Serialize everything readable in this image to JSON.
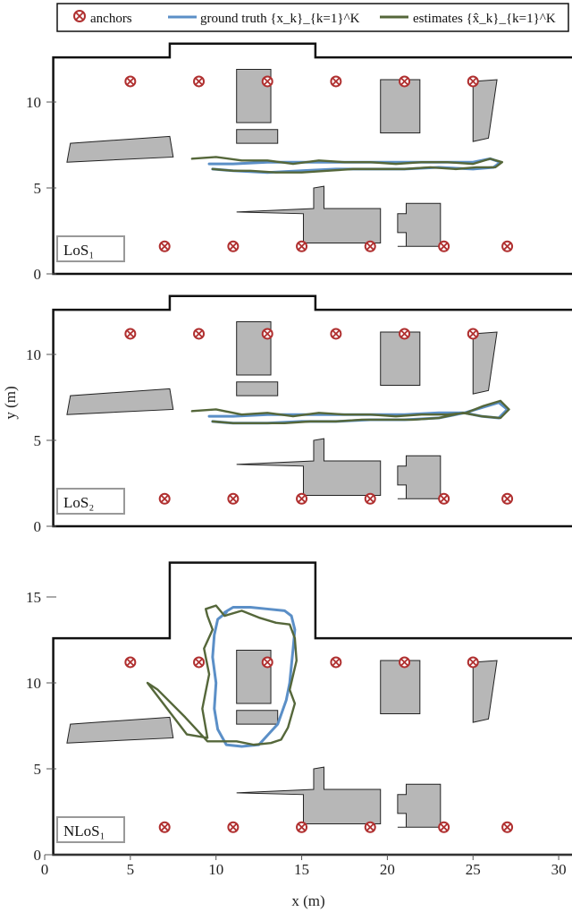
{
  "legend": {
    "anchors": "anchors",
    "ground_truth": "ground truth {x_k}_{k=1}^K",
    "estimates": "estimates {x̂_k}_{k=1}^K"
  },
  "colors": {
    "anchor": "#b03030",
    "ground_truth": "#5b8fc7",
    "estimate": "#55673a",
    "obstacle_fill": "#b7b7b7",
    "obstacle_edge": "#222222",
    "room_edge": "#111111",
    "label_box": "#999999"
  },
  "chart_data": {
    "type": "line",
    "xlabel": "x (m)",
    "ylabel": "y (m)",
    "xlim": [
      0,
      30.5
    ],
    "xticks": [
      0,
      5,
      10,
      15,
      20,
      25,
      30
    ],
    "grid": false,
    "legend_position": "top",
    "room_outline": [
      [
        0.5,
        0
      ],
      [
        31,
        0
      ],
      [
        31,
        12.6
      ],
      [
        15.8,
        12.6
      ],
      [
        15.8,
        13.4
      ],
      [
        7.3,
        13.4
      ],
      [
        7.3,
        12.6
      ],
      [
        0.5,
        12.6
      ]
    ],
    "room_outline_nlos": [
      [
        0.5,
        0
      ],
      [
        31,
        0
      ],
      [
        31,
        12.6
      ],
      [
        15.8,
        12.6
      ],
      [
        15.8,
        17
      ],
      [
        7.3,
        17
      ],
      [
        7.3,
        12.6
      ],
      [
        0.5,
        12.6
      ]
    ],
    "anchors": [
      [
        5,
        11.2
      ],
      [
        9,
        11.2
      ],
      [
        13,
        11.2
      ],
      [
        17,
        11.2
      ],
      [
        21,
        11.2
      ],
      [
        25,
        11.2
      ],
      [
        7,
        1.6
      ],
      [
        11,
        1.6
      ],
      [
        15,
        1.6
      ],
      [
        19,
        1.6
      ],
      [
        23.3,
        1.6
      ],
      [
        27,
        1.6
      ]
    ],
    "obstacles": [
      [
        [
          1.3,
          6.5
        ],
        [
          7.5,
          6.8
        ],
        [
          7.3,
          8.0
        ],
        [
          1.5,
          7.6
        ]
      ],
      [
        [
          11.2,
          8.8
        ],
        [
          13.2,
          8.8
        ],
        [
          13.2,
          11.9
        ],
        [
          11.2,
          11.9
        ]
      ],
      [
        [
          11.2,
          7.6
        ],
        [
          13.6,
          7.6
        ],
        [
          13.6,
          8.4
        ],
        [
          11.2,
          8.4
        ]
      ],
      [
        [
          19.6,
          8.2
        ],
        [
          21.9,
          8.2
        ],
        [
          21.9,
          11.3
        ],
        [
          19.6,
          11.3
        ]
      ],
      [
        [
          25.0,
          7.7
        ],
        [
          25.9,
          7.9
        ],
        [
          26.4,
          11.3
        ],
        [
          25.0,
          11.2
        ]
      ],
      [
        [
          11.2,
          3.6
        ],
        [
          15.7,
          3.8
        ],
        [
          15.7,
          5.0
        ],
        [
          16.3,
          5.1
        ],
        [
          16.3,
          3.8
        ],
        [
          19.6,
          3.8
        ],
        [
          19.6,
          1.8
        ],
        [
          15.1,
          1.8
        ],
        [
          15.1,
          3.5
        ],
        [
          11.2,
          3.6
        ]
      ],
      [
        [
          20.6,
          1.6
        ],
        [
          23.1,
          1.6
        ],
        [
          23.1,
          4.1
        ],
        [
          21.1,
          4.1
        ],
        [
          21.1,
          3.5
        ],
        [
          20.6,
          3.5
        ],
        [
          20.6,
          2.4
        ],
        [
          21.1,
          2.4
        ],
        [
          21.1,
          1.6
        ]
      ]
    ],
    "panels": [
      {
        "label": "LoS₁",
        "ylim": [
          0,
          12.6
        ],
        "yticks": [
          0,
          5,
          10
        ],
        "series": [
          {
            "name": "ground truth",
            "x": [
              9.6,
              11,
              13,
              15,
              17,
              19,
              21,
              23,
              25,
              26,
              26.6,
              26.2,
              25,
              23,
              21,
              19,
              17,
              15,
              13,
              11,
              9.8
            ],
            "y": [
              6.4,
              6.4,
              6.5,
              6.5,
              6.5,
              6.5,
              6.5,
              6.5,
              6.5,
              6.7,
              6.5,
              6.2,
              6.1,
              6.2,
              6.1,
              6.1,
              6.1,
              6.0,
              5.9,
              6.0,
              6.1
            ]
          },
          {
            "name": "estimates",
            "x": [
              8.6,
              10,
              11.5,
              13,
              14.5,
              16,
              17.5,
              19,
              20.5,
              22,
              23.5,
              25,
              26,
              26.7,
              26.3,
              25.2,
              24,
              22.5,
              21,
              19.5,
              18,
              16.5,
              15,
              13.5,
              12,
              11,
              9.8
            ],
            "y": [
              6.7,
              6.8,
              6.6,
              6.6,
              6.4,
              6.6,
              6.5,
              6.5,
              6.4,
              6.5,
              6.5,
              6.4,
              6.7,
              6.5,
              6.2,
              6.2,
              6.1,
              6.2,
              6.1,
              6.1,
              6.1,
              6.0,
              5.9,
              5.9,
              6.0,
              6.0,
              6.1
            ]
          }
        ]
      },
      {
        "label": "LoS₂",
        "ylim": [
          0,
          12.6
        ],
        "yticks": [
          0,
          5,
          10
        ],
        "series": [
          {
            "name": "ground truth",
            "x": [
              9.6,
              11,
              13,
              15,
              17,
              19,
              21,
              23,
              24.5,
              25.5,
              26.5,
              27,
              26.5,
              25.5,
              24.5,
              23,
              21,
              19,
              17,
              15,
              13,
              11,
              9.8
            ],
            "y": [
              6.4,
              6.4,
              6.5,
              6.5,
              6.5,
              6.5,
              6.5,
              6.6,
              6.6,
              6.9,
              7.2,
              6.8,
              6.3,
              6.4,
              6.6,
              6.3,
              6.2,
              6.2,
              6.1,
              6.1,
              6.0,
              6.0,
              6.1
            ]
          },
          {
            "name": "estimates",
            "x": [
              8.6,
              10,
              11.5,
              13,
              14.5,
              16,
              17.5,
              19,
              20.5,
              22,
              23.5,
              24.6,
              25.6,
              26.6,
              27.1,
              26.6,
              25.5,
              24.4,
              23,
              21.5,
              20,
              18.5,
              17,
              15.5,
              14,
              12.5,
              11,
              9.8
            ],
            "y": [
              6.7,
              6.8,
              6.5,
              6.6,
              6.4,
              6.6,
              6.5,
              6.5,
              6.4,
              6.5,
              6.5,
              6.6,
              7.0,
              7.3,
              6.8,
              6.3,
              6.4,
              6.6,
              6.3,
              6.2,
              6.2,
              6.2,
              6.1,
              6.1,
              6.0,
              6.0,
              6.0,
              6.1
            ]
          }
        ]
      },
      {
        "label": "NLoS₁",
        "ylim": [
          0,
          17
        ],
        "yticks": [
          0,
          5,
          10,
          15
        ],
        "series": [
          {
            "name": "ground truth",
            "x": [
              10.5,
              11,
              12,
              13,
              14,
              14.4,
              14.6,
              14.5,
              14.4,
              14.3,
              14.1,
              13.6,
              12.5,
              11.5,
              10.6,
              10.1,
              9.9,
              10.0,
              9.8,
              9.9,
              10.1,
              10.6
            ],
            "y": [
              14.1,
              14.4,
              14.4,
              14.3,
              14.2,
              13.9,
              13.1,
              12.0,
              11.0,
              10.0,
              9.0,
              7.6,
              6.4,
              6.3,
              6.4,
              7.3,
              8.5,
              10.0,
              11.5,
              12.8,
              13.7,
              14.1
            ]
          },
          {
            "name": "estimates",
            "x": [
              9.4,
              10,
              10.5,
              11.5,
              12.5,
              13.5,
              14.3,
              14.6,
              14.7,
              14.3,
              14.6,
              14.2,
              13.8,
              13.2,
              12.2,
              11.2,
              10.2,
              9.5,
              8.2,
              6.6,
              6.0,
              8.3,
              9.5,
              9.2,
              9.6,
              9.3,
              9.8,
              9.5,
              9.4
            ],
            "y": [
              14.3,
              14.5,
              13.9,
              14.2,
              13.8,
              13.5,
              13.4,
              12.6,
              11.3,
              9.6,
              8.8,
              7.4,
              6.7,
              6.5,
              6.4,
              6.6,
              6.6,
              6.6,
              8.0,
              9.6,
              10.0,
              7.0,
              6.8,
              8.5,
              10.5,
              12.0,
              13.1,
              13.9,
              14.3
            ]
          }
        ]
      }
    ]
  }
}
